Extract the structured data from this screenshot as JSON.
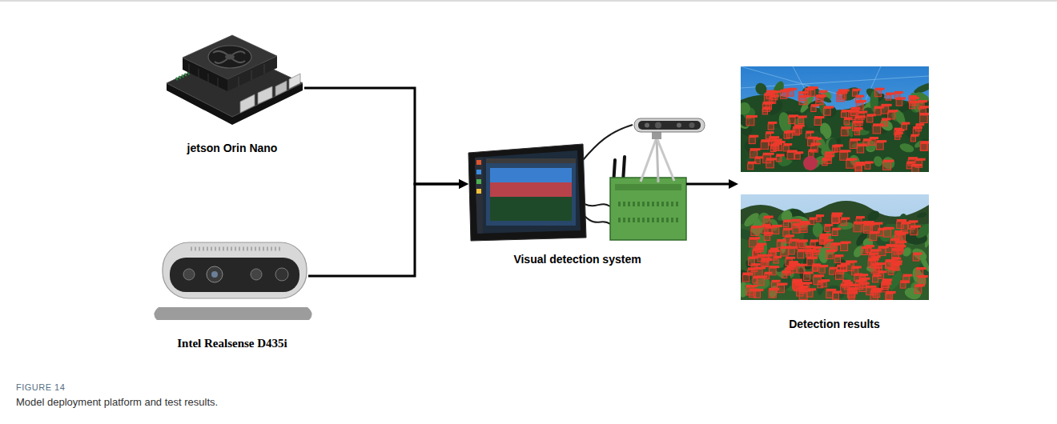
{
  "diagram": {
    "caption": "Model deployment platform and test results.",
    "nodes": [
      {
        "text": [
          "jetson Orin Nano"
        ]
      },
      {
        "text": [
          "Intel Realsense D435i"
        ]
      },
      {
        "text": [
          "Visual detection system"
        ]
      },
      {
        "text": [
          "Detection results"
        ]
      }
    ],
    "edges": [
      {
        "from": 0,
        "to": 2,
        "arrow": "to"
      },
      {
        "from": 1,
        "to": 2,
        "arrow": "to"
      },
      {
        "from": 2,
        "to": 3,
        "arrow": "to"
      }
    ],
    "labels": [
      "FIGURE 14"
    ]
  }
}
